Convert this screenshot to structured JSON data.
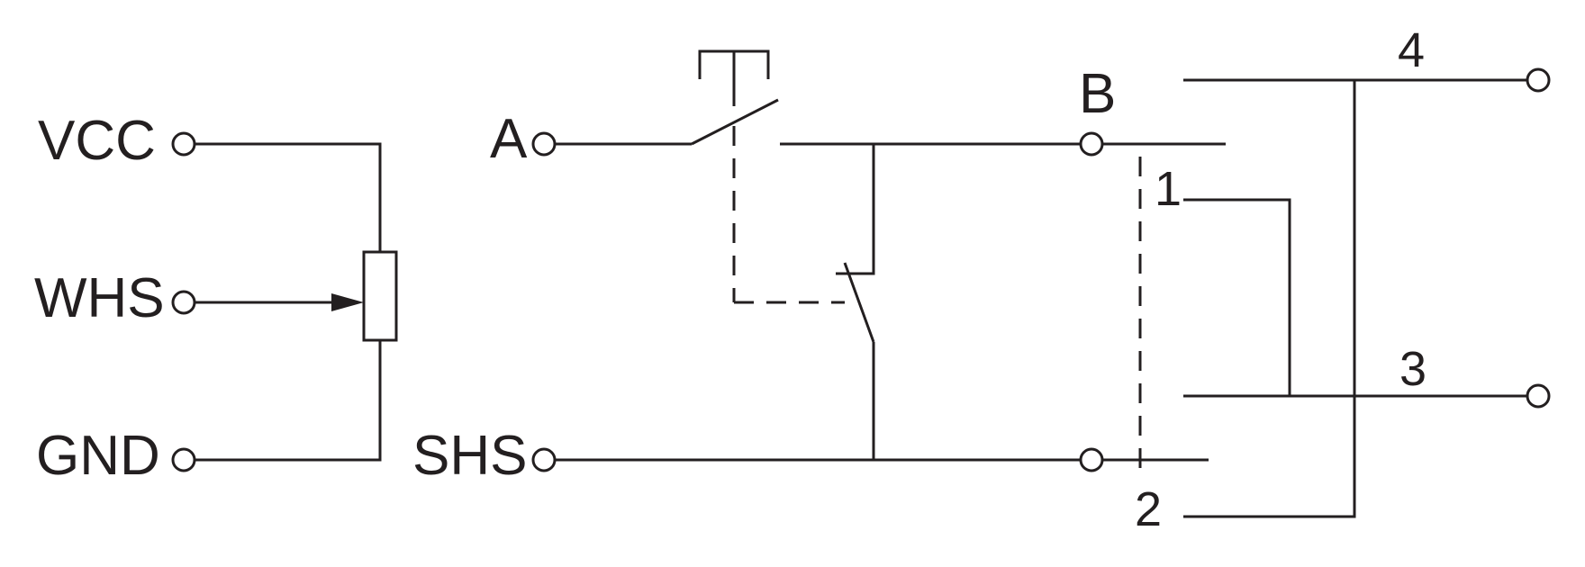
{
  "diagram": {
    "labels": {
      "vcc": "VCC",
      "whs": "WHS",
      "gnd": "GND",
      "a": "A",
      "shs": "SHS",
      "b": "B",
      "n1": "1",
      "n2": "2",
      "n3": "3",
      "n4": "4"
    },
    "colors": {
      "line": "#231f20",
      "background": "#ffffff"
    }
  }
}
